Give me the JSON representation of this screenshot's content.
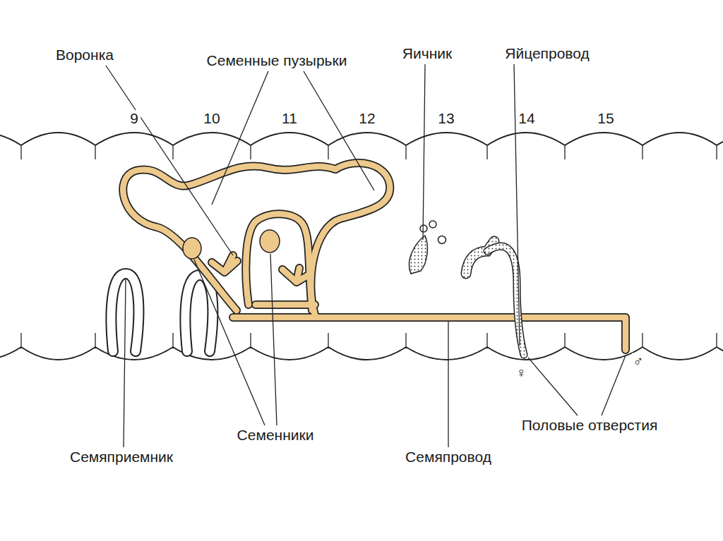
{
  "diagram": {
    "labels": [
      "Воронка",
      "Семенные пузырьки",
      "Яичник",
      "Яйцепровод",
      "9",
      "10",
      "11",
      "12",
      "13",
      "14",
      "15",
      "♀",
      "♂",
      "Семяприемник",
      "Семенники",
      "Семяпровод",
      "Половые отверстия"
    ]
  }
}
